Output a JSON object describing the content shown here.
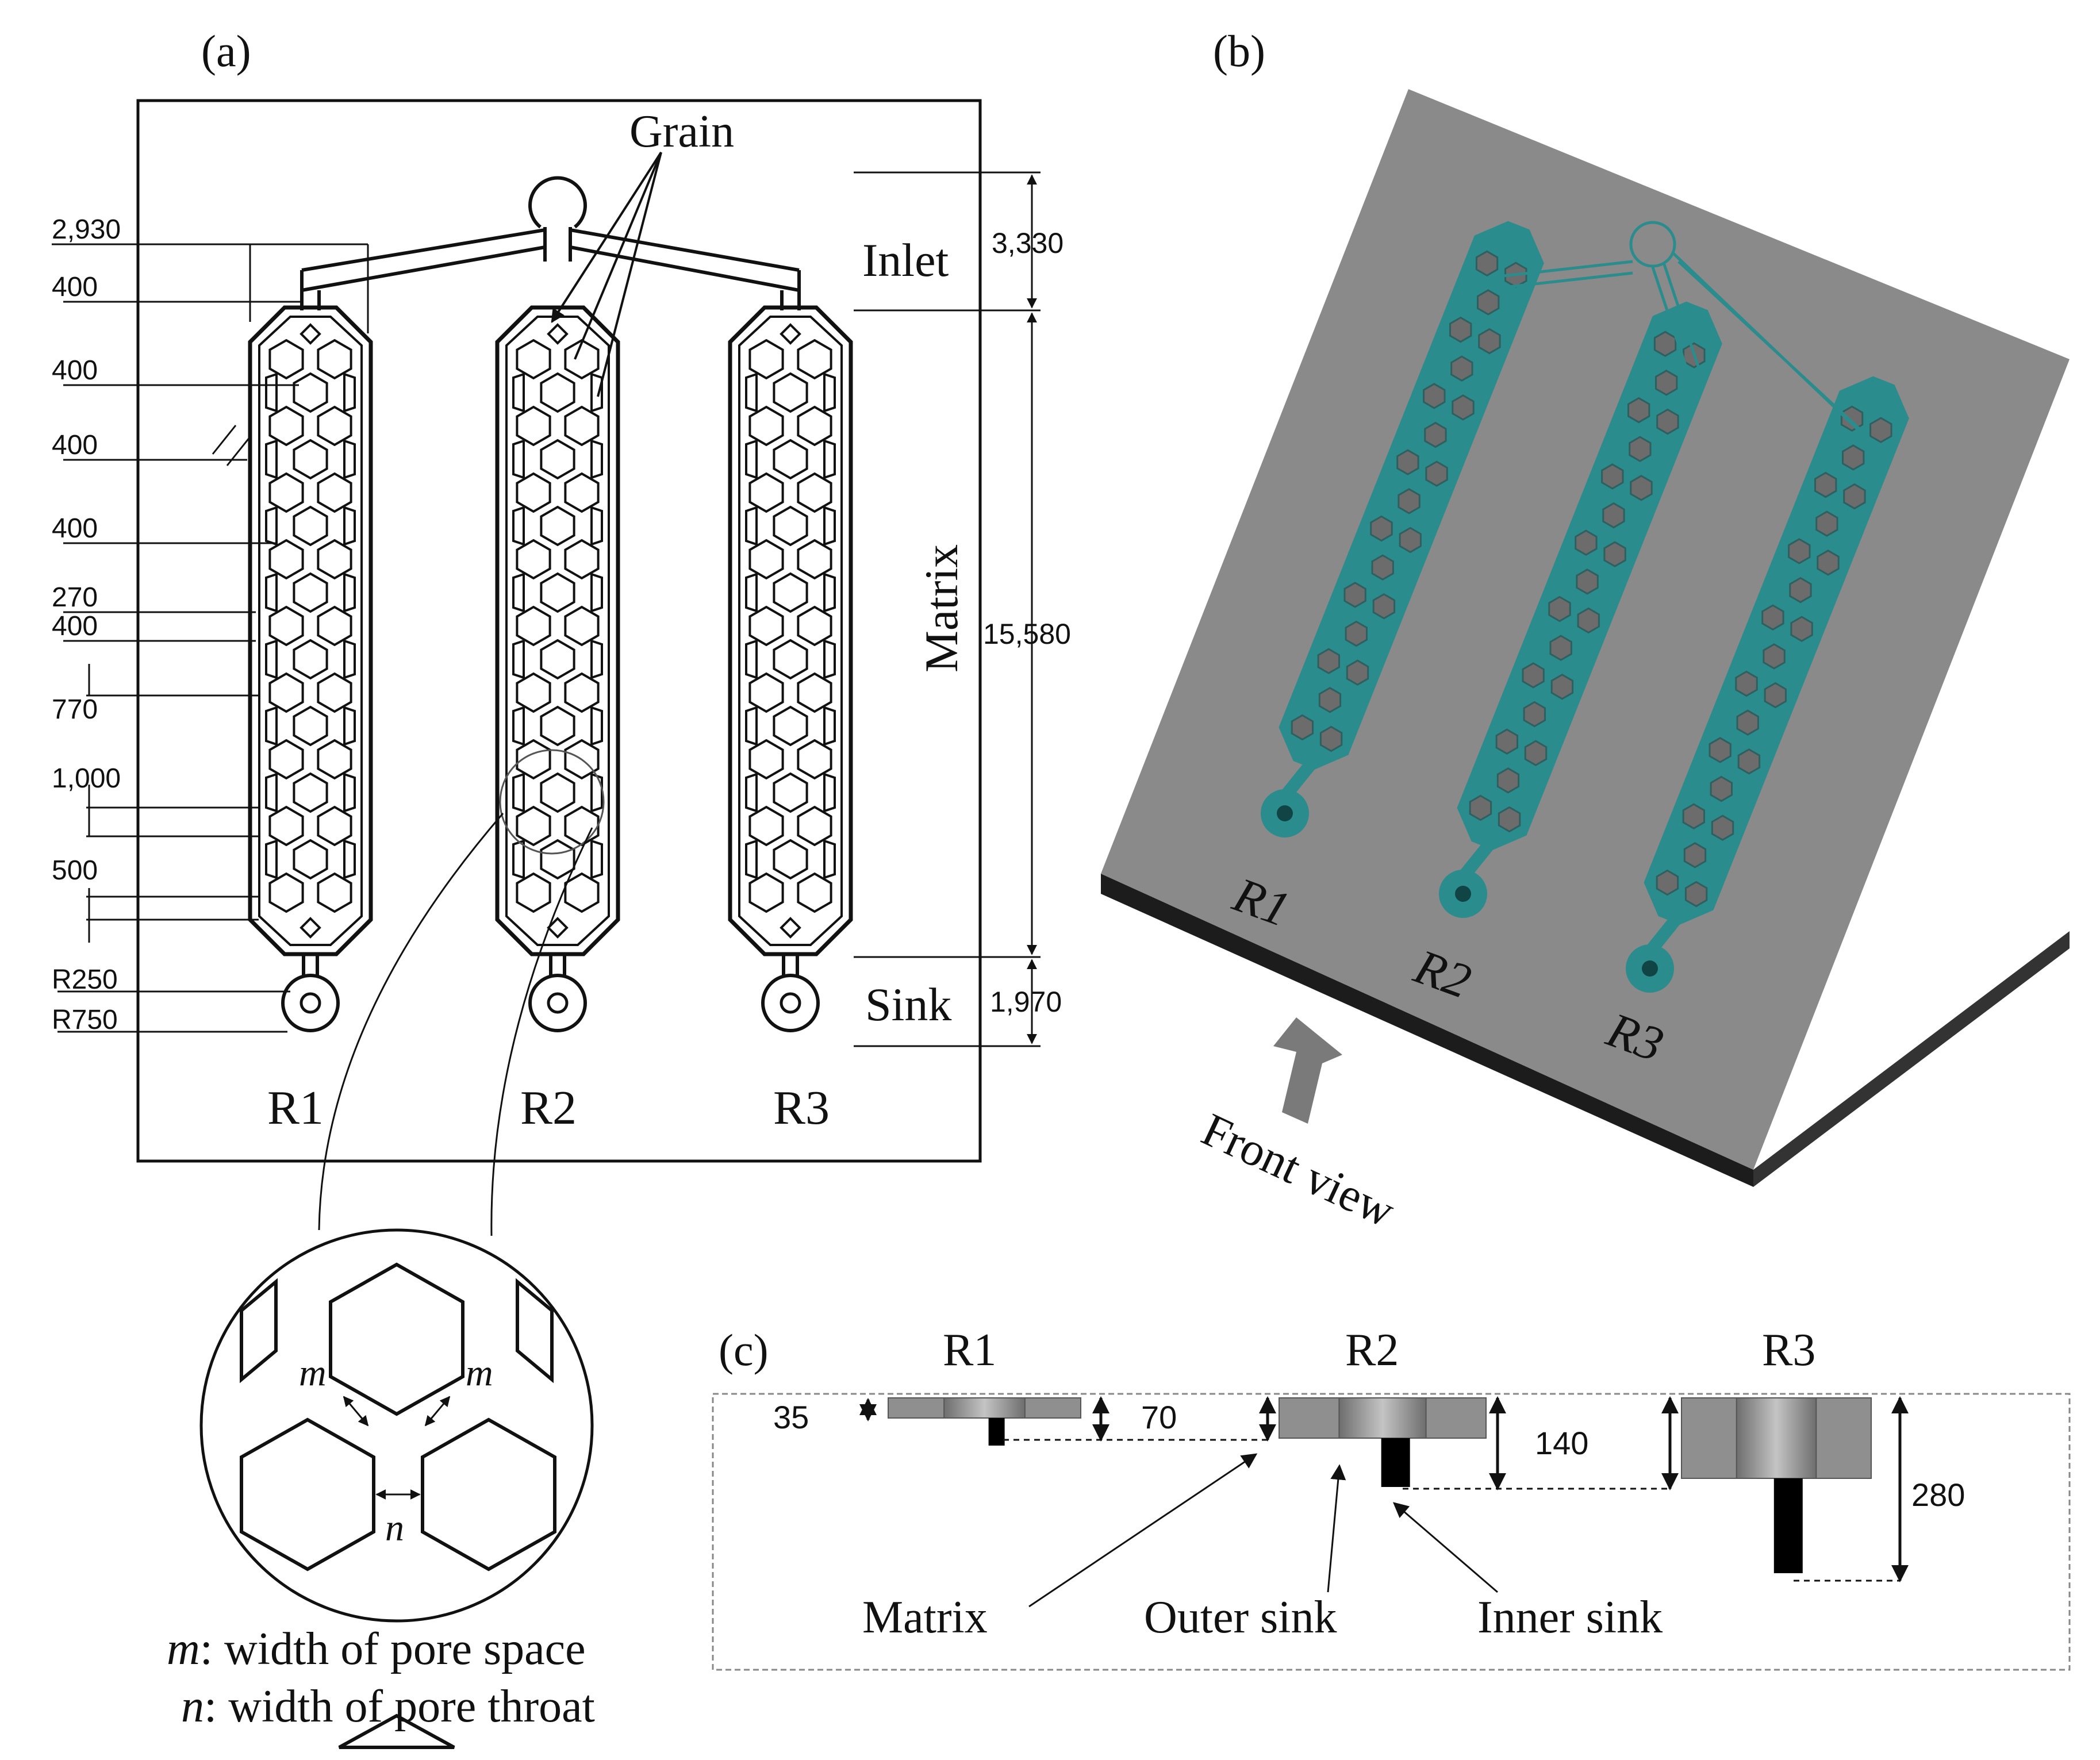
{
  "panel_labels": {
    "a": "(a)",
    "b": "(b)",
    "c": "(c)"
  },
  "panel_a": {
    "grain_label": "Grain",
    "dimensions_left": [
      "2,930",
      "400",
      "400",
      "400",
      "400",
      "270",
      "400",
      "770",
      "1,000",
      "500",
      "R250",
      "R750"
    ],
    "sections": {
      "inlet": "Inlet",
      "matrix": "Matrix",
      "sink": "Sink"
    },
    "section_dims": {
      "inlet": "3,330",
      "matrix": "15,580",
      "sink": "1,970"
    },
    "reactors": [
      "R1",
      "R2",
      "R3"
    ],
    "zoom": {
      "m": "m",
      "n": "n",
      "legend_m_symbol": "m",
      "legend_m_text": ": width of pore space",
      "legend_n_symbol": "n",
      "legend_n_text": ": width of pore throat"
    }
  },
  "panel_b": {
    "reactors": [
      "R1",
      "R2",
      "R3"
    ],
    "front_view": "Front view",
    "colors": {
      "surface": "#8a8a8a",
      "side": "#1c1c1c",
      "channels": "#2a8c8c"
    }
  },
  "panel_c": {
    "reactors": [
      "R1",
      "R2",
      "R3"
    ],
    "depths": [
      "35",
      "70",
      "140",
      "280"
    ],
    "parts": {
      "matrix": "Matrix",
      "outer_sink": "Outer sink",
      "inner_sink": "Inner sink"
    }
  }
}
